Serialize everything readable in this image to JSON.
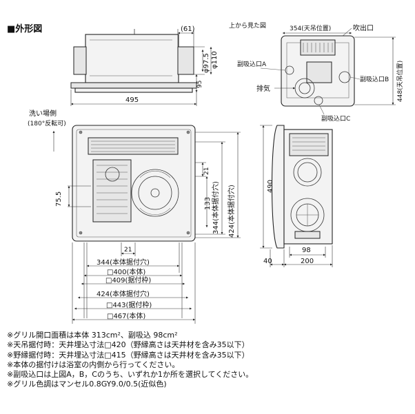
{
  "section_title": "■外形図",
  "labels": {
    "top_view": "上から見た図",
    "pos_354": "354(天吊位置)",
    "outlet": "吹出口",
    "sub_a": "副吸込口A",
    "exhaust": "排気",
    "sub_b": "副吸込口B",
    "sub_c": "副吸込口C",
    "pos_448": "448(天吊位置)",
    "wash_side": "洗い場側",
    "rotate": "(180°反転可)"
  },
  "dims": {
    "d61": "(61)",
    "phi97": "φ97.5",
    "phi110": "φ110",
    "d95": "95",
    "d495": "495",
    "d75": "75.5",
    "d21a": "21",
    "d133": "133",
    "d344v": "344(本体据付穴)",
    "d424v": "424(本体据付穴)",
    "d21b": "21",
    "d344h": "344(本体据付穴)",
    "d400": "□400(本体)",
    "d409": "□409(据付枠)",
    "d424h": "424(本体据付穴)",
    "d443": "□443(据付枠)",
    "d467": "□467(本体)",
    "d490": "490",
    "d98": "98",
    "d40": "40",
    "d200": "200"
  },
  "notes": [
    "※グリル開口面積は本体 313cm²、副吸込 98cm²",
    "※天吊据付時：天井埋込寸法□420（野縁高さは天井材を含み35以下）",
    "※野縁据付時：天井埋込寸法□415（野縁高さは天井材を含み35以下）",
    "※本体の据付けは浴室の内側から行ってください。",
    "※副吸込口は上図A，B，Cのうち、いずれか1か所を選択してください。",
    "※グリル色調はマンセル0.8GY9.0/0.5(近似色)"
  ]
}
